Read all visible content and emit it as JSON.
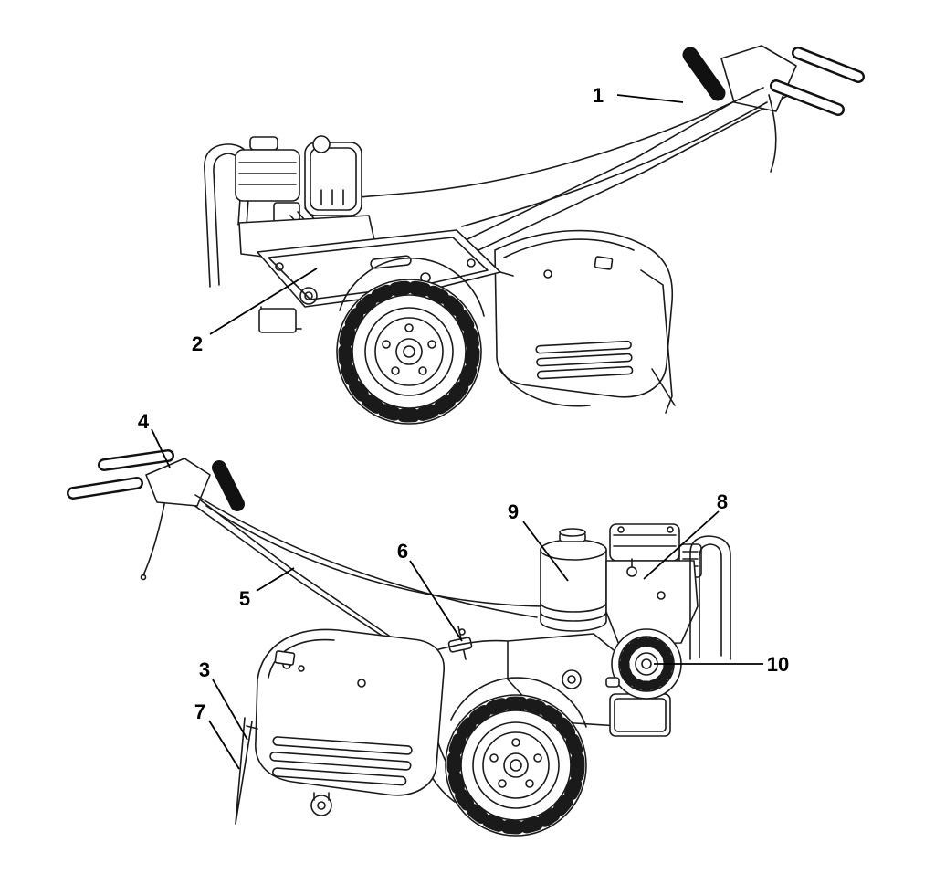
{
  "canvas": {
    "background": "#ffffff"
  },
  "ink_color": "#1a1a1a",
  "grip_color": "#111111",
  "figure": {
    "type": "tiller-parts-diagram",
    "views": [
      {
        "name": "tiller-upper-view"
      },
      {
        "name": "tiller-lower-view"
      }
    ]
  },
  "callouts": [
    {
      "label": "1",
      "points_to": "handlebar-assembly"
    },
    {
      "label": "2",
      "points_to": "transmission-housing"
    },
    {
      "label": "3",
      "points_to": "tine-shield"
    },
    {
      "label": "4",
      "points_to": "handlebar-grip-bracket"
    },
    {
      "label": "5",
      "points_to": "handlebar-tube"
    },
    {
      "label": "6",
      "points_to": "depth-stake-linkage"
    },
    {
      "label": "7",
      "points_to": "depth-stake"
    },
    {
      "label": "8",
      "points_to": "engine"
    },
    {
      "label": "9",
      "points_to": "fuel-tank"
    },
    {
      "label": "10",
      "points_to": "recoil-starter"
    }
  ]
}
